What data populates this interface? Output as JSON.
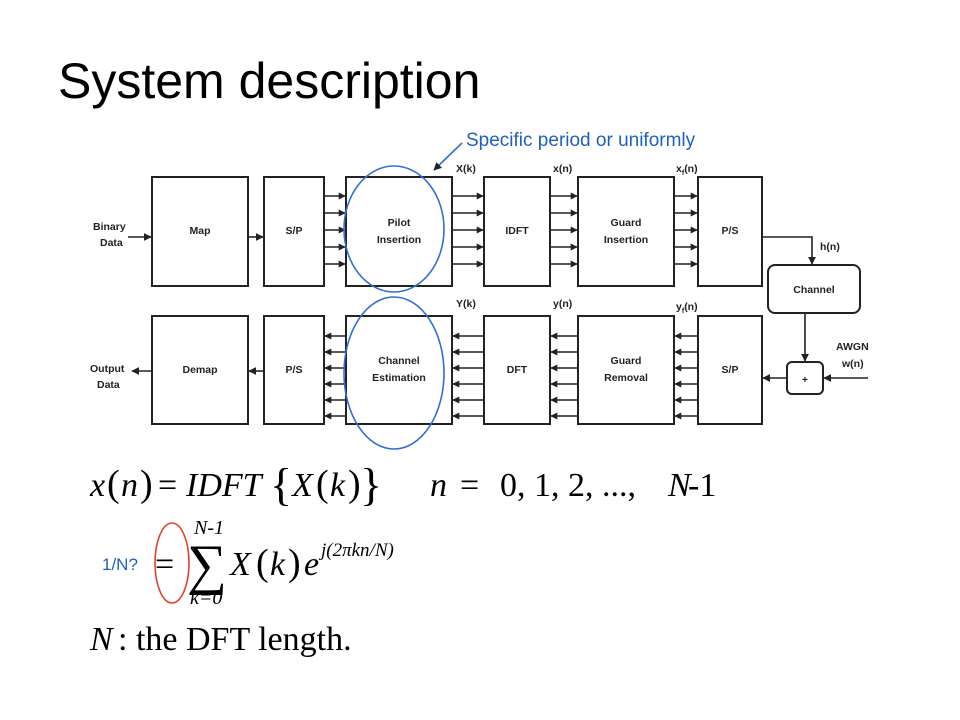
{
  "title": "System description",
  "annotation": "Specific period or uniformly",
  "recip_note": "1/N?",
  "blocks": {
    "map": "Map",
    "sp_top": "S/P",
    "pilot_1": "Pilot",
    "pilot_2": "Insertion",
    "idft": "IDFT",
    "guard_ins_1": "Guard",
    "guard_ins_2": "Insertion",
    "ps_top": "P/S",
    "channel": "Channel",
    "demap": "Demap",
    "ps_bottom": "P/S",
    "chest_1": "Channel",
    "chest_2": "Estimation",
    "dft": "DFT",
    "guard_rem_1": "Guard",
    "guard_rem_2": "Removal",
    "sp_bottom": "S/P",
    "adder": "+"
  },
  "io": {
    "binary_1": "Binary",
    "binary_2": "Data",
    "output_1": "Output",
    "output_2": "Data",
    "awgn_1": "AWGN",
    "awgn_2": "w(n)"
  },
  "signals": {
    "Xk": "X(k)",
    "xn": "x(n)",
    "xfn": "x",
    "xfn_sub": "f",
    "xfn_tail": "(n)",
    "hn": "h(n)",
    "Yk": "Y(k)",
    "yn": "y(n)",
    "yfn": "y",
    "yfn_sub": "f",
    "yfn_tail": "(n)"
  },
  "equations": {
    "eq1_lhs": "x",
    "eq1_n": "n",
    "eq1_rhs": "IDFT",
    "eq1_X": "X",
    "eq1_k": "k",
    "eq1_range_var": "n",
    "eq1_range": "0, 1, 2, ..., ",
    "eq1_range_N": "N",
    "eq1_range_tail": " -1",
    "sum_upper": "N-1",
    "sum_lower": "k=0",
    "sum_X": "X",
    "sum_k": "k",
    "sum_e": "e",
    "sum_exp": "j(2πkn/N)",
    "def_N": "N",
    "def_text": ":  the DFT length."
  },
  "colors": {
    "annotation": "#1f5fbf",
    "ellipse_blue": "#2f6fd6",
    "ellipse_red": "#e0442a"
  }
}
